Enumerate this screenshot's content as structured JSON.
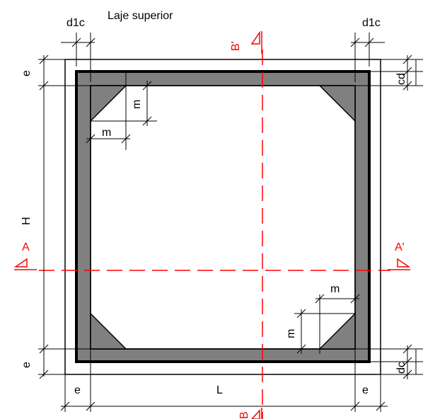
{
  "title": "Laje superior",
  "labels": {
    "d1c_left": "d1c",
    "d1c_right": "d1c",
    "e_top_left": "e",
    "e_bottom_left": "e",
    "e_bottom_x_left": "e",
    "e_bottom_x_right": "e",
    "H": "H",
    "L": "L",
    "m_top_vertical": "m",
    "m_top_horizontal": "m",
    "m_bottom_horizontal": "m",
    "m_bottom_vertical": "m",
    "cd_top": "cd",
    "cd_bottom": "dc"
  },
  "sections": {
    "A": "A",
    "A_prime": "A'",
    "B_prime": "B'",
    "B": "B"
  },
  "colors": {
    "section_line": "#ff0000",
    "fill": "#808080",
    "stroke": "#000000"
  }
}
